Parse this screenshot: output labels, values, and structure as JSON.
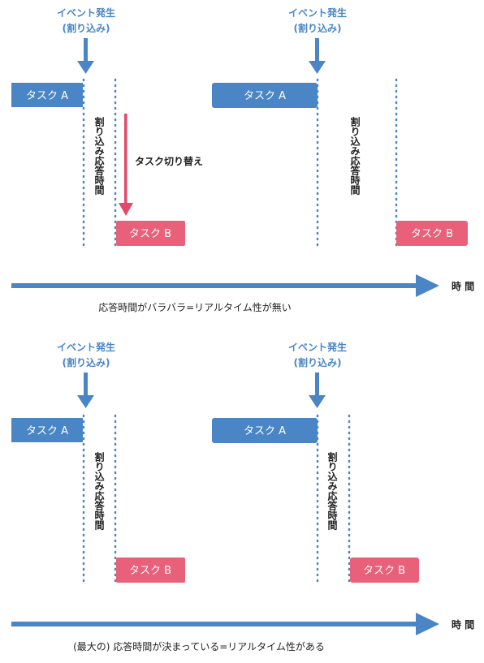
{
  "labels": {
    "event_line1": "イベント発生",
    "event_line2": "(割り込み)",
    "task_a": "タスク A",
    "task_b": "タスク B",
    "response_time": "割り込み応答時間",
    "task_switch": "タスク切り替え",
    "time_axis": "時 間"
  },
  "captions": {
    "top": "応答時間がバラバラ=リアルタイム性が無い",
    "bottom": "(最大の) 応答時間が決まっている=リアルタイム性がある"
  },
  "colors": {
    "accent_blue": "#4a86c5",
    "task_b_pink": "#e8607a",
    "switch_arrow": "#e24a6a",
    "dotted_line": "#4a86c5",
    "text": "#222222"
  }
}
